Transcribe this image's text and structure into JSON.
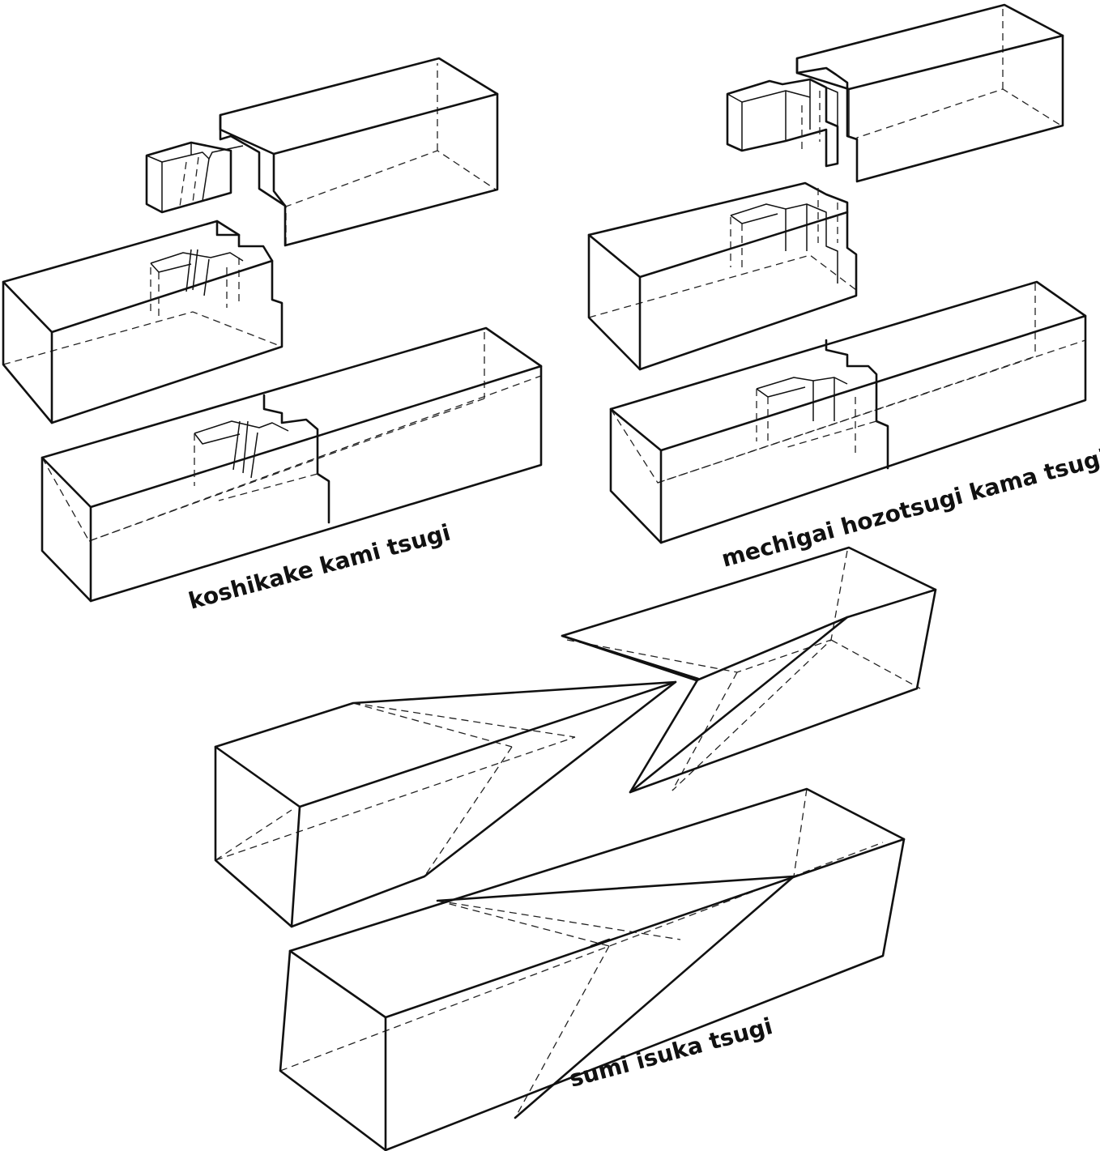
{
  "labels": {
    "koshikake": "koshikake kami tsugi",
    "mechigai": "mechigai hozotsugi kama tsugi",
    "sumi": "sumi isuka tsugi"
  },
  "colors": {
    "ink": "#111111",
    "background": "#ffffff"
  }
}
